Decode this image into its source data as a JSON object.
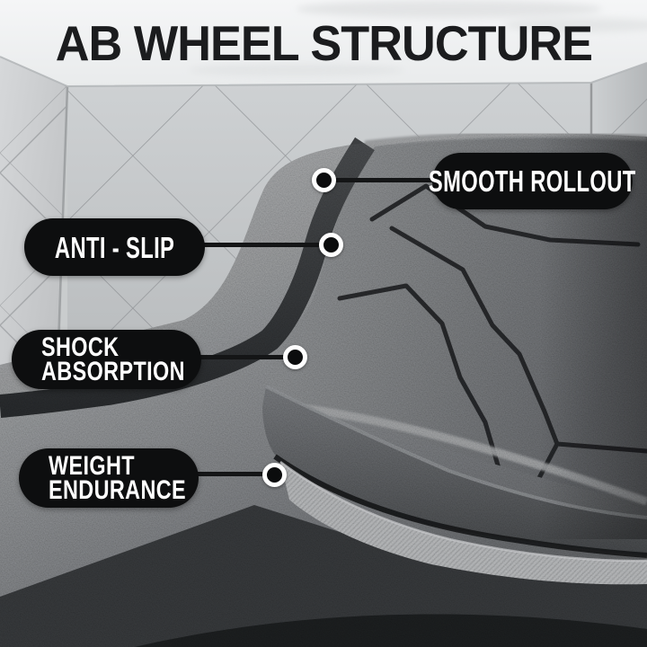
{
  "title": "AB WHEEL STRUCTURE",
  "callouts": [
    {
      "id": "smooth-rollout",
      "lines": [
        "SMOOTH ROLLOUT"
      ]
    },
    {
      "id": "anti-slip",
      "lines": [
        "ANTI - SLIP"
      ]
    },
    {
      "id": "shock-absorption",
      "lines": [
        "SHOCK",
        "ABSORPTION"
      ]
    },
    {
      "id": "weight-endurance",
      "lines": [
        "WEIGHT",
        "ENDURANCE"
      ]
    }
  ],
  "colors": {
    "pill_bg": "#0d0e0f",
    "pill_text": "#ffffff",
    "title_text": "#1b1c1e",
    "dot_fill": "#0b0c0d",
    "dot_ring": "#ffffff",
    "connector": "#141516"
  }
}
